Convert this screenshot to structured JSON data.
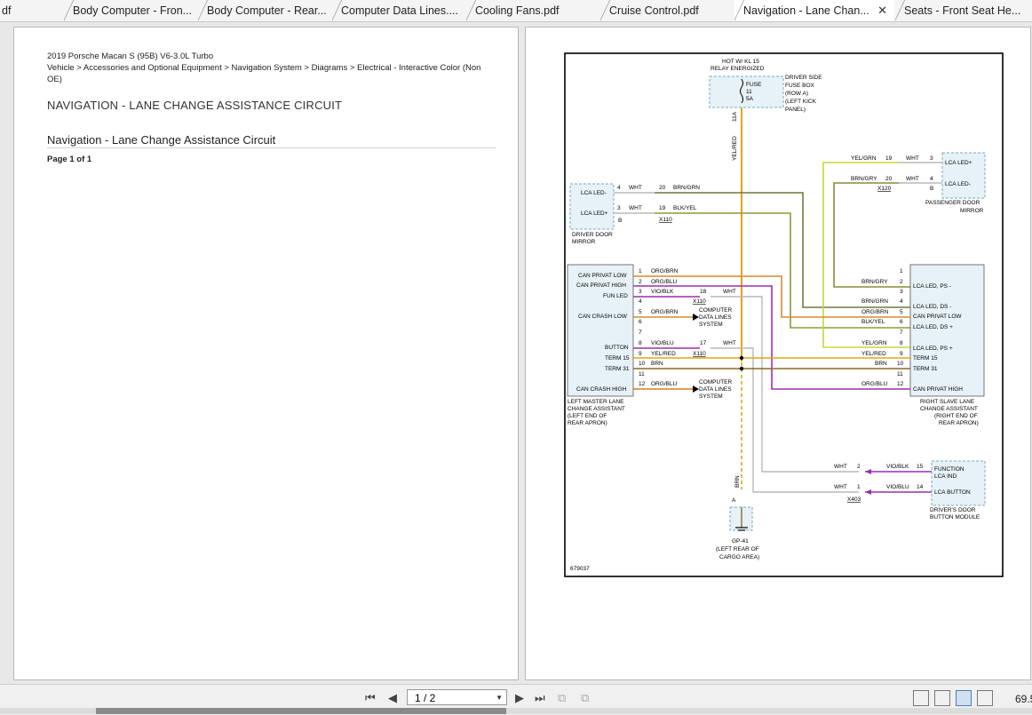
{
  "tabs": [
    {
      "label": "df"
    },
    {
      "label": "Body Computer - Fron..."
    },
    {
      "label": "Body Computer - Rear..."
    },
    {
      "label": "Computer Data Lines...."
    },
    {
      "label": "Cooling Fans.pdf"
    },
    {
      "label": "Cruise Control.pdf"
    },
    {
      "label": "Navigation - Lane Chan..."
    },
    {
      "label": "Seats - Front Seat He..."
    }
  ],
  "close_glyph": "✕",
  "doc": {
    "vehicle": "2019 Porsche Macan S (95B) V6-3.0L Turbo",
    "breadcrumb_1": "Vehicle > Accessories and Optional Equipment > Navigation System > Diagrams > Electrical - Interactive Color (Non",
    "breadcrumb_2": "OE)",
    "title": "NAVIGATION - LANE CHANGE ASSISTANCE CIRCUIT",
    "subtitle": "Navigation - Lane Change Assistance Circuit",
    "page_info": "Page 1 of 1"
  },
  "diagram": {
    "hot": "HOT W/ KL 15",
    "relay": "RELAY ENERGIZED",
    "fuse": "FUSE",
    "fuse_num": "11",
    "fuse_amp": "5A",
    "fusebox_1": "DRIVER SIDE",
    "fusebox_2": "FUSE BOX",
    "fusebox_3": "(ROW A)",
    "fusebox_4": "(LEFT KICK",
    "fusebox_5": "PANEL)",
    "pin_11a": "11A",
    "yel_red": "YEL/RED",
    "lca_led_minus": "LCA LED-",
    "lca_led_plus": "LCA LED+",
    "wht": "WHT",
    "brn_grn": "BRN/GRN",
    "blk_yel": "BLK/YEL",
    "yel_grn": "YEL/GRN",
    "brn_gry": "BRN/GRY",
    "org_brn": "ORG/BRN",
    "org_blu": "ORG/BLU",
    "vio_blk": "VIO/BLK",
    "vio_blu": "VIO/BLU",
    "brn": "BRN",
    "x110": "X110",
    "x120": "X120",
    "x403": "X403",
    "conn_b": "B",
    "conn_a": "A",
    "driver_mirror_1": "DRIVER DOOR",
    "driver_mirror_2": "MIRROR",
    "pass_mirror_1": "PASSENGER DOOR",
    "pass_mirror_2": "MIRROR",
    "can_privat_low": "CAN PRIVAT LOW",
    "can_privat_high": "CAN PRIVAT HIGH",
    "fun_led": "FUN LED",
    "can_crash_low": "CAN CRASH LOW",
    "button": "BUTTON",
    "term15": "TERM 15",
    "term31": "TERM 31",
    "can_crash_high": "CAN CRASH HIGH",
    "cdl_1": "COMPUTER",
    "cdl_2": "DATA LINES",
    "cdl_3": "SYSTEM",
    "left_master_1": "LEFT MASTER LANE",
    "left_master_2": "CHANGE ASSISTANT",
    "left_master_3": "(LEFT END OF",
    "left_master_4": "REAR APRON)",
    "lca_led_ps_minus": "LCA LED, PS -",
    "lca_led_ds_minus": "LCA LED, DS -",
    "lca_led_ds_plus": "LCA LED, DS +",
    "lca_led_ps_plus": "LCA LED, PS +",
    "right_slave_1": "RIGHT SLAVE LANE",
    "right_slave_2": "CHANGE ASSISTANT",
    "right_slave_3": "(RIGHT END OF",
    "right_slave_4": "REAR APRON)",
    "function_1": "FUNCTION",
    "function_2": "LCA IND",
    "lca_button": "LCA BUTTON",
    "dbm_1": "DRIVER'S DOOR",
    "dbm_2": "BUTTON MODULE",
    "gp41": "GP-41",
    "gp41_2": "(LEFT REAR OF",
    "gp41_3": "CARGO AREA)",
    "fig_id": "679037",
    "pins": {
      "p1": "1",
      "p2": "2",
      "p3": "3",
      "p4": "4",
      "p5": "5",
      "p6": "6",
      "p7": "7",
      "p8": "8",
      "p9": "9",
      "p10": "10",
      "p11": "11",
      "p12": "12",
      "p14": "14",
      "p15": "15",
      "p17": "17",
      "p18": "18",
      "p19": "19",
      "p20": "20"
    }
  },
  "toolbar": {
    "page_value": "1 / 2",
    "zoom": "69.5"
  },
  "colors": {
    "yel_red": "#e8a317",
    "org_brn": "#d98a2b",
    "org_blu": "#e0781c",
    "vio": "#9b2fae",
    "brn": "#8b6a2a",
    "olive": "#7d7d2a",
    "yel_grn": "#c8d63a",
    "gray": "#b8b8b8"
  }
}
